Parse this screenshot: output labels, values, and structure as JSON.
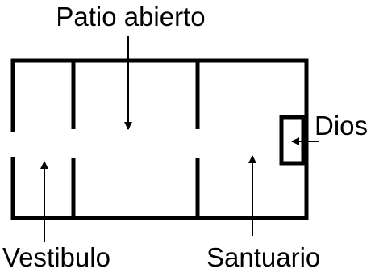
{
  "diagram": {
    "labels": {
      "open_courtyard": "Patio abierto",
      "vestibule": "Vestibulo",
      "sanctuary": "Santuario",
      "god": "Dios"
    },
    "colors": {
      "ink": "#000000",
      "background": "#ffffff"
    }
  }
}
